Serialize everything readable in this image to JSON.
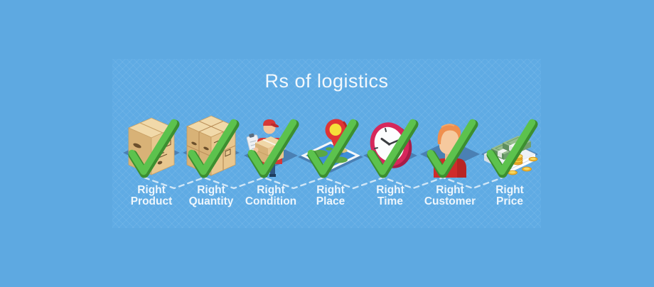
{
  "title": "Rs of logistics",
  "items": [
    {
      "line1": "Right",
      "line2": "Product",
      "icon": "box-icon"
    },
    {
      "line1": "Right",
      "line2": "Quantity",
      "icon": "stacked-boxes-icon"
    },
    {
      "line1": "Right",
      "line2": "Condition",
      "icon": "courier-icon"
    },
    {
      "line1": "Right",
      "line2": "Place",
      "icon": "map-pin-icon"
    },
    {
      "line1": "Right",
      "line2": "Time",
      "icon": "clock-icon"
    },
    {
      "line1": "Right",
      "line2": "Customer",
      "icon": "customer-icon"
    },
    {
      "line1": "Right",
      "line2": "Price",
      "icon": "money-icon"
    }
  ],
  "colors": {
    "background": "#5ea9e1",
    "panel_tint": "#5fabe4",
    "title_text": "#f3f8fc",
    "label_text": "#eef6fc",
    "checkmark_green": "#5cc24d",
    "checkmark_green_dark": "#3c8f30",
    "connector_dash": "#dcecf8",
    "shadow_blue": "#4a80b4",
    "cardboard_tan": "#e8c78f",
    "accent_red": "#d6275b",
    "pin_red": "#e03434",
    "pin_center_yellow": "#f5e03a",
    "map_blue": "#3e8ed8",
    "land_green": "#5aa845",
    "money_green": "#97bd8f",
    "coin_gold": "#f0b832",
    "skin_tone": "#f6c99e",
    "hair_orange": "#ef8f4e",
    "courier_red": "#d63838"
  }
}
